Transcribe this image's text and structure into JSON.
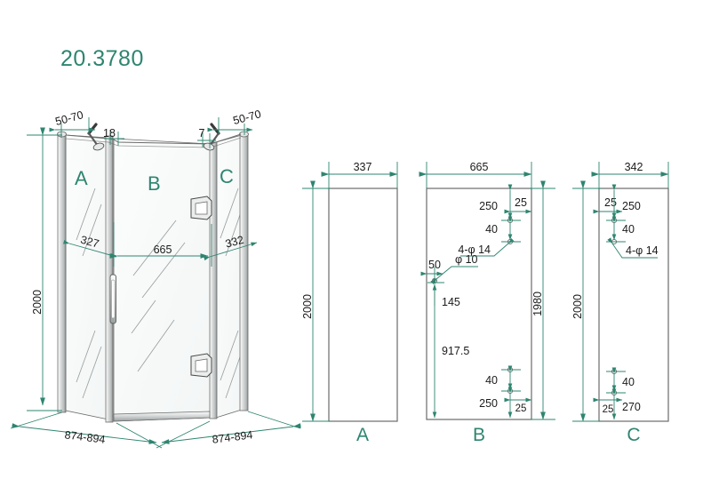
{
  "document": {
    "title": "20.3780",
    "title_color": "#2e8570",
    "line_color": "#2e8570",
    "outline_color": "#6b6b6b",
    "text_color": "#1b1b1b",
    "background": "#ffffff"
  },
  "assembly_view": {
    "name": "shower-enclosure-assembly",
    "panel_labels": [
      "A",
      "B",
      "C"
    ],
    "height_dim": "2000",
    "top_left_gap": "50-70",
    "top_left_thickness": "18",
    "top_right_thickness": "7",
    "top_right_gap": "50-70",
    "width_left": "327",
    "width_center": "665",
    "width_right": "332",
    "base_left": "874-894",
    "base_right": "874-894"
  },
  "panel_a": {
    "name": "panel-a-detail",
    "label": "A",
    "width": "337",
    "height": "2000"
  },
  "panel_b": {
    "name": "panel-b-detail",
    "label": "B",
    "width": "665",
    "height": "1980",
    "top_edge_offset": "250",
    "top_hole_edge": "25",
    "top_hole_spacing": "40",
    "hole_callout": "4-φ 14",
    "side_hole_edge": "50",
    "side_hole_dia": "φ 10",
    "side_hole_from_top": "145",
    "side_hole_from_bottom": "917.5",
    "bottom_hole_spacing": "40",
    "bottom_edge_offset": "250",
    "bottom_hole_edge": "25"
  },
  "panel_c": {
    "name": "panel-c-detail",
    "label": "C",
    "width": "342",
    "height": "2000",
    "top_hole_edge": "25",
    "top_edge_offset": "250",
    "top_hole_spacing": "40",
    "hole_callout": "4-φ 14",
    "bottom_hole_spacing": "40",
    "bottom_edge_offset": "270",
    "bottom_hole_edge": "25"
  }
}
